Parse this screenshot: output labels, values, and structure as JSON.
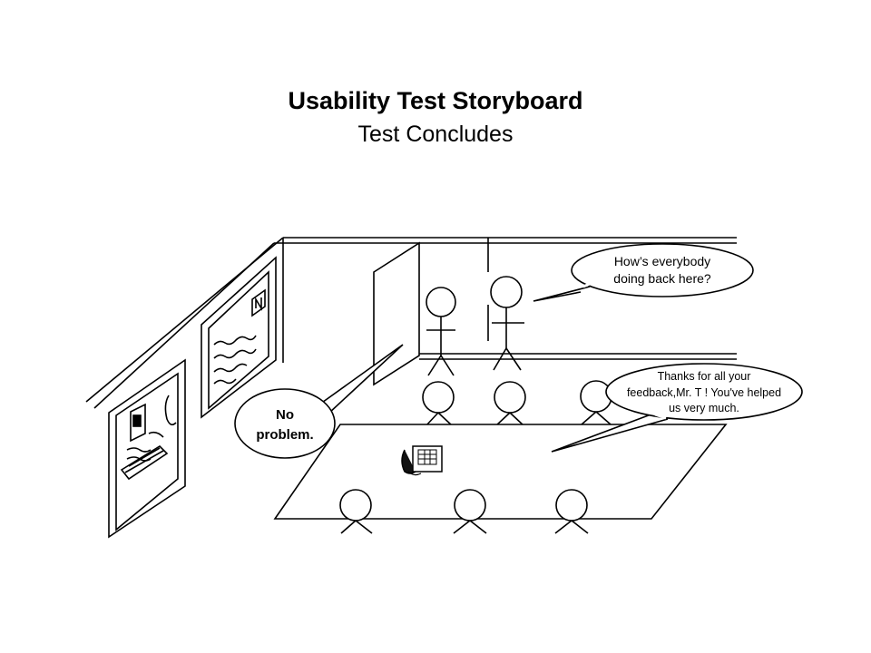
{
  "slide": {
    "title": "Usability Test Storyboard",
    "subtitle": "Test Concludes"
  },
  "bubbles": {
    "observer": {
      "line1": "How’s everybody",
      "line2": "doing back here?"
    },
    "team": {
      "line1": "Thanks for all your",
      "line2": "feedback,Mr. T ! You've helped",
      "line3": "us very much."
    },
    "participant": {
      "line1": "No",
      "line2": "problem."
    }
  },
  "icons": {
    "phone": "telephone-icon",
    "monitor": "monitor-icon",
    "keyboard": "keyboard-icon",
    "chart": "wall-chart-icon"
  }
}
